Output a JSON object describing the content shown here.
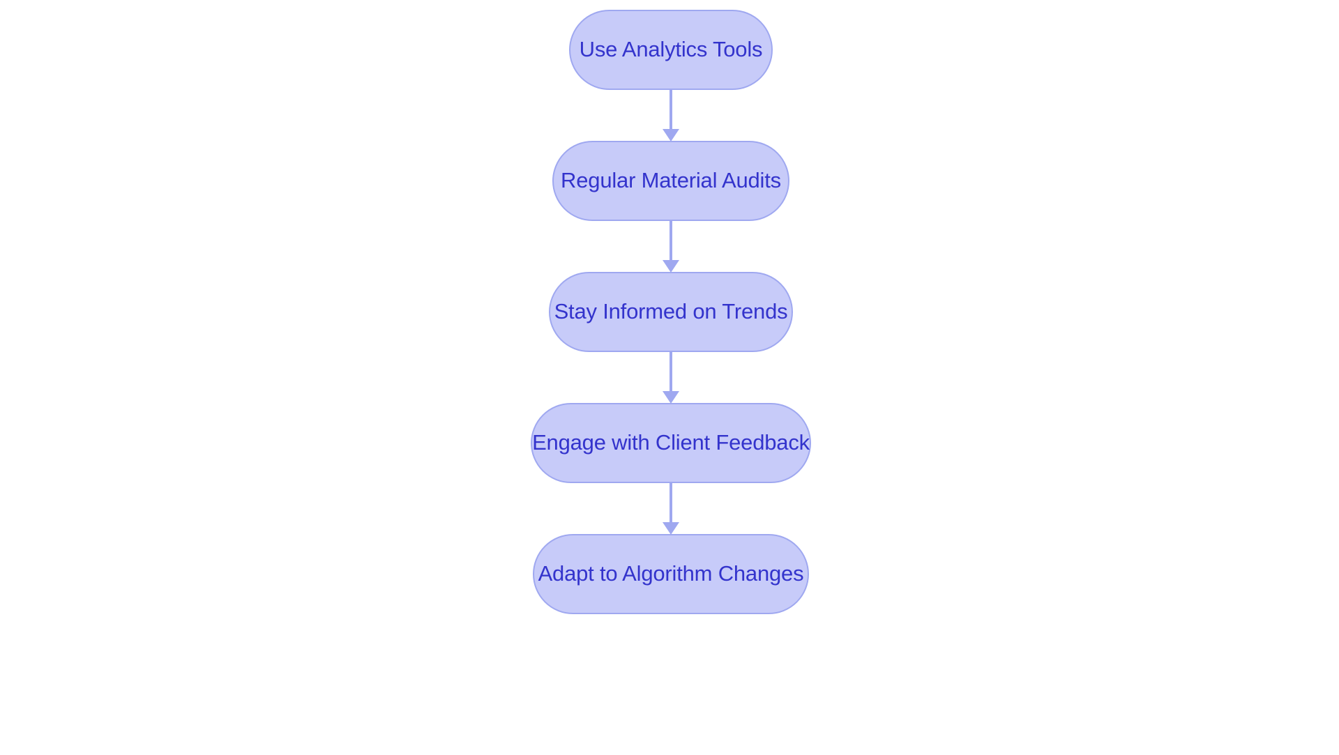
{
  "diagram": {
    "type": "flowchart",
    "orientation": "top-to-bottom",
    "background_color": "#FFFFFF",
    "node_fill_color": "#C7CBF9",
    "node_border_color": "#9FA8F0",
    "node_text_color": "#3333CC",
    "connector_color": "#9FA8F0",
    "node_shape": "stadium",
    "nodes": [
      {
        "id": "n0",
        "label": "Use Analytics Tools"
      },
      {
        "id": "n1",
        "label": "Regular Material Audits"
      },
      {
        "id": "n2",
        "label": "Stay Informed on Trends"
      },
      {
        "id": "n3",
        "label": "Engage with Client Feedback"
      },
      {
        "id": "n4",
        "label": "Adapt to Algorithm Changes"
      }
    ],
    "edges": [
      {
        "from": "n0",
        "to": "n1",
        "arrow": "single",
        "label": ""
      },
      {
        "from": "n1",
        "to": "n2",
        "arrow": "single",
        "label": ""
      },
      {
        "from": "n2",
        "to": "n3",
        "arrow": "single",
        "label": ""
      },
      {
        "from": "n3",
        "to": "n4",
        "arrow": "single",
        "label": ""
      }
    ]
  }
}
